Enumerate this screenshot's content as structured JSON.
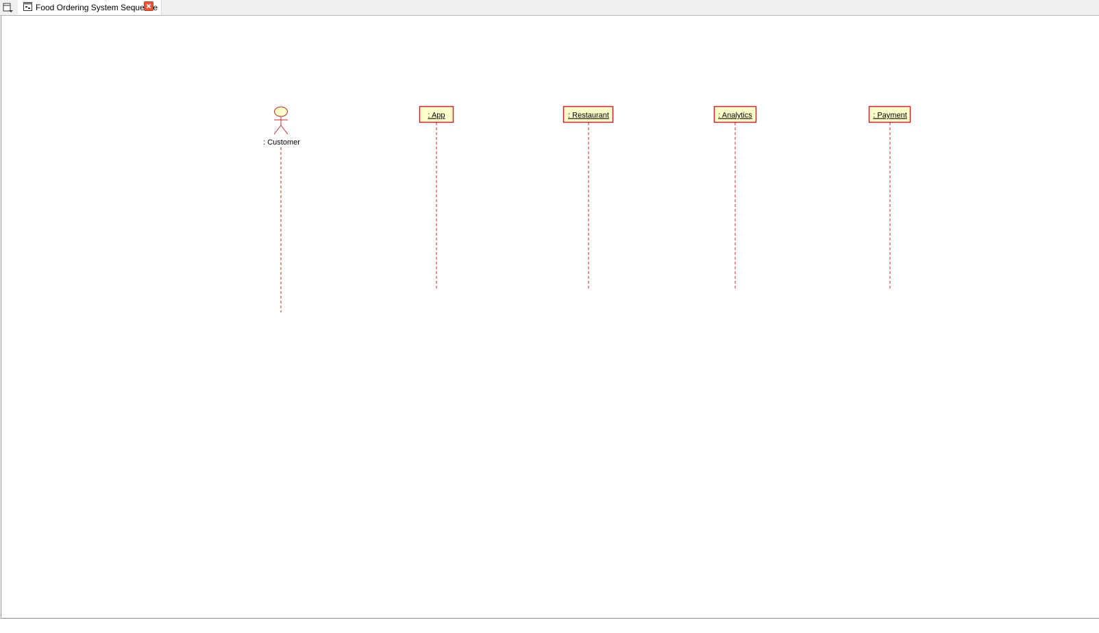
{
  "tabs": [
    {
      "title": "Food Ordering System Sequence",
      "active": true
    }
  ],
  "diagram": {
    "colors": {
      "stroke": "#c0282d",
      "box_fill": "#ffffcc",
      "actor_head_fill": "#ffffcc"
    },
    "actor": {
      "label": ": Customer"
    },
    "objects": [
      {
        "label": ": App"
      },
      {
        "label": ": Restaurant"
      },
      {
        "label": ": Analytics"
      },
      {
        "label": ": Payment"
      }
    ]
  }
}
